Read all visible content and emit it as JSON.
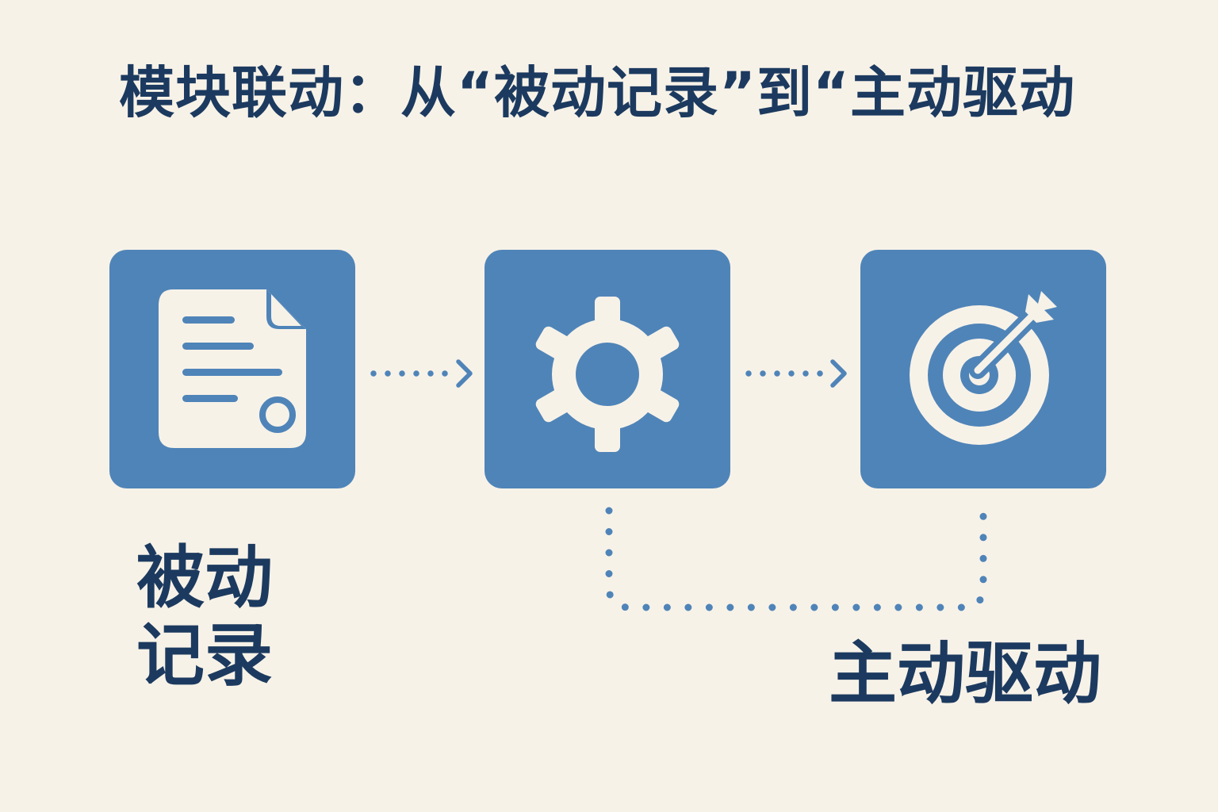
{
  "title": "模块联动：从“被动记录”到“主动驱动",
  "colors": {
    "background": "#f7f2e8",
    "node_fill": "#4f84b8",
    "icon_fill": "#f7f2e8",
    "text": "#1c3a5f",
    "connector": "#4f84b8"
  },
  "nodes": [
    {
      "id": "record",
      "icon": "document-icon"
    },
    {
      "id": "process",
      "icon": "gear-icon"
    },
    {
      "id": "drive",
      "icon": "target-arrow-icon"
    }
  ],
  "labels": {
    "passive_line1": "被动",
    "passive_line2": "记录",
    "active": "主动驱动"
  }
}
